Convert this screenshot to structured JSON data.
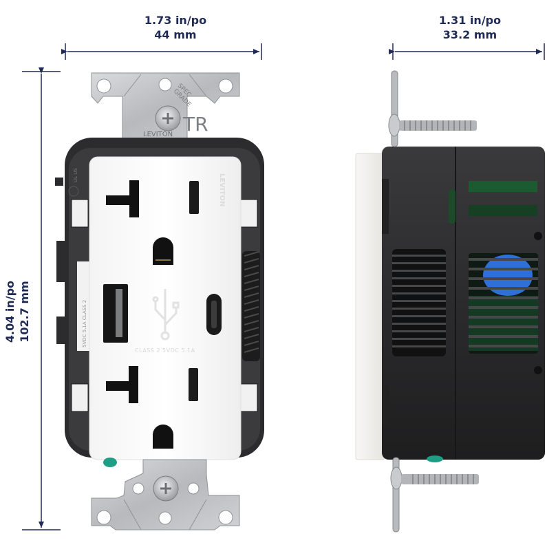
{
  "image": {
    "subject": "Duplex receptacle with USB Type-A and Type-C charger — front and side dimension views",
    "background": "#ffffff",
    "accent_color": "#1f2a55"
  },
  "dimensions": {
    "front_width": {
      "imperial": "1.73 in/po",
      "metric": "44 mm"
    },
    "side_depth": {
      "imperial": "1.31 in/po",
      "metric": "33.2 mm"
    },
    "height": {
      "imperial": "4.04 in/po",
      "metric": "102.7 mm"
    }
  },
  "front_view": {
    "top_strap_markings": {
      "brand": "LEVITON",
      "spec": "SPEC GRADE",
      "tr": "TR"
    },
    "face_brand": "LEVITON",
    "usb_rating": "CLASS 2 5VDC 5.1A",
    "side_label": "UL US",
    "outlets": [
      "20A T-slot outlet (top)",
      "20A T-slot outlet (bottom)"
    ],
    "ports": [
      "USB Type-A",
      "USB Type-C"
    ],
    "usb_icon": "usb-trident-icon"
  },
  "side_view": {
    "parts": [
      "mounting strap",
      "mounting screw (top)",
      "mounting screw (bottom)",
      "black housing",
      "vent grille",
      "circuit board",
      "blue component",
      "green ground screw"
    ]
  }
}
